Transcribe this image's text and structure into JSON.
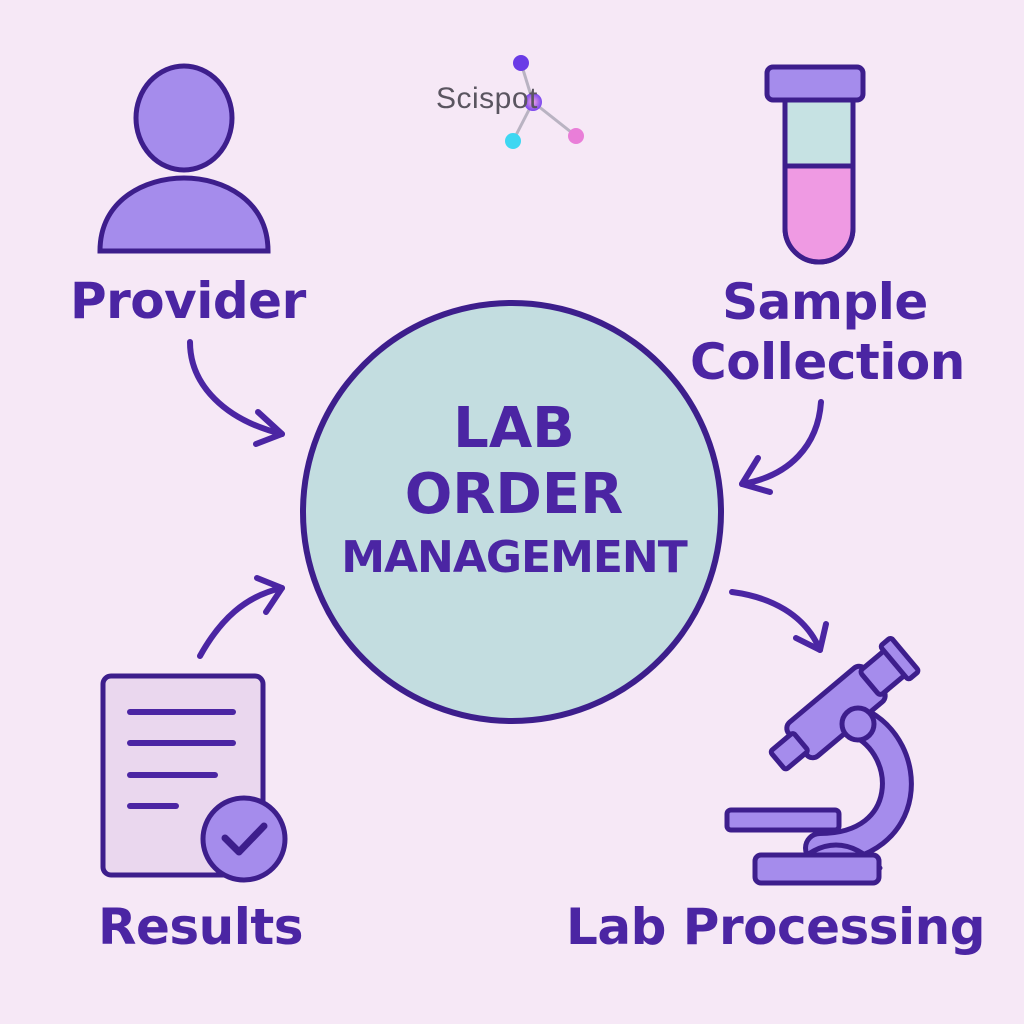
{
  "brand": {
    "logo_text": "Scispot"
  },
  "center": {
    "line1": "LAB",
    "line2": "ORDER",
    "line3": "MANAGEMENT"
  },
  "nodes": {
    "provider": "Provider",
    "sample_collection": "Sample Collection",
    "results": "Results",
    "lab_processing": "Lab Processing"
  },
  "colors": {
    "background": "#f6e8f6",
    "primary": "#4b25a3",
    "circle_fill": "#c3dde0",
    "icon_fill": "#a58cec",
    "sample_liquid": "#ef9ae3",
    "logo_cyan": "#3ed7f2",
    "logo_pink": "#e97ed8",
    "logo_purple": "#6a3be6"
  }
}
